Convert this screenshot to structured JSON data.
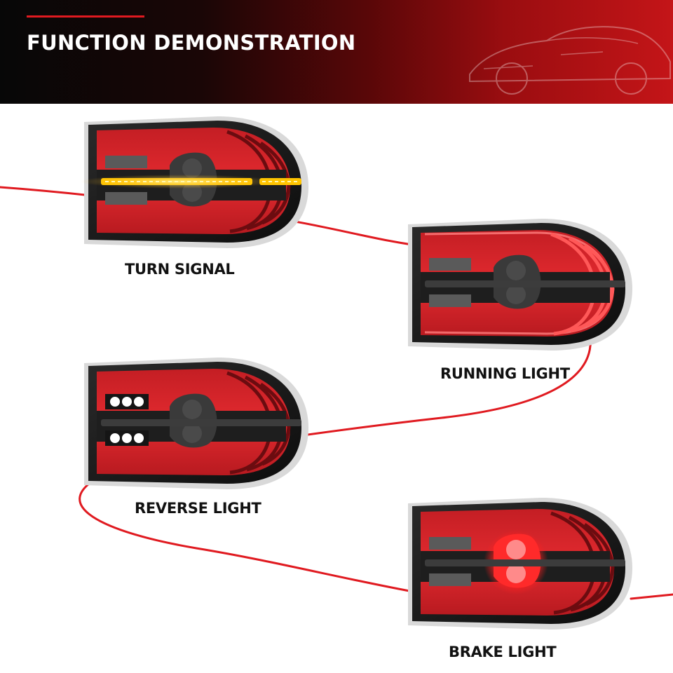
{
  "header": {
    "title": "FUNCTION DEMONSTRATION",
    "background_image": "sports-car-silhouette"
  },
  "colors": {
    "accent": "#e01a20",
    "lens_red": "#d8232a",
    "housing": "#1f1f1f",
    "amber": "#ffc400",
    "white_led": "#ffffff"
  },
  "functions": [
    {
      "label": "TURN SIGNAL",
      "state": "amber turn signal lit"
    },
    {
      "label": "RUNNING LIGHT",
      "state": "red light guides lit"
    },
    {
      "label": "REVERSE LIGHT",
      "state": "white reverse LEDs lit"
    },
    {
      "label": "BRAKE LIGHT",
      "state": "red center brake LED lit"
    }
  ]
}
